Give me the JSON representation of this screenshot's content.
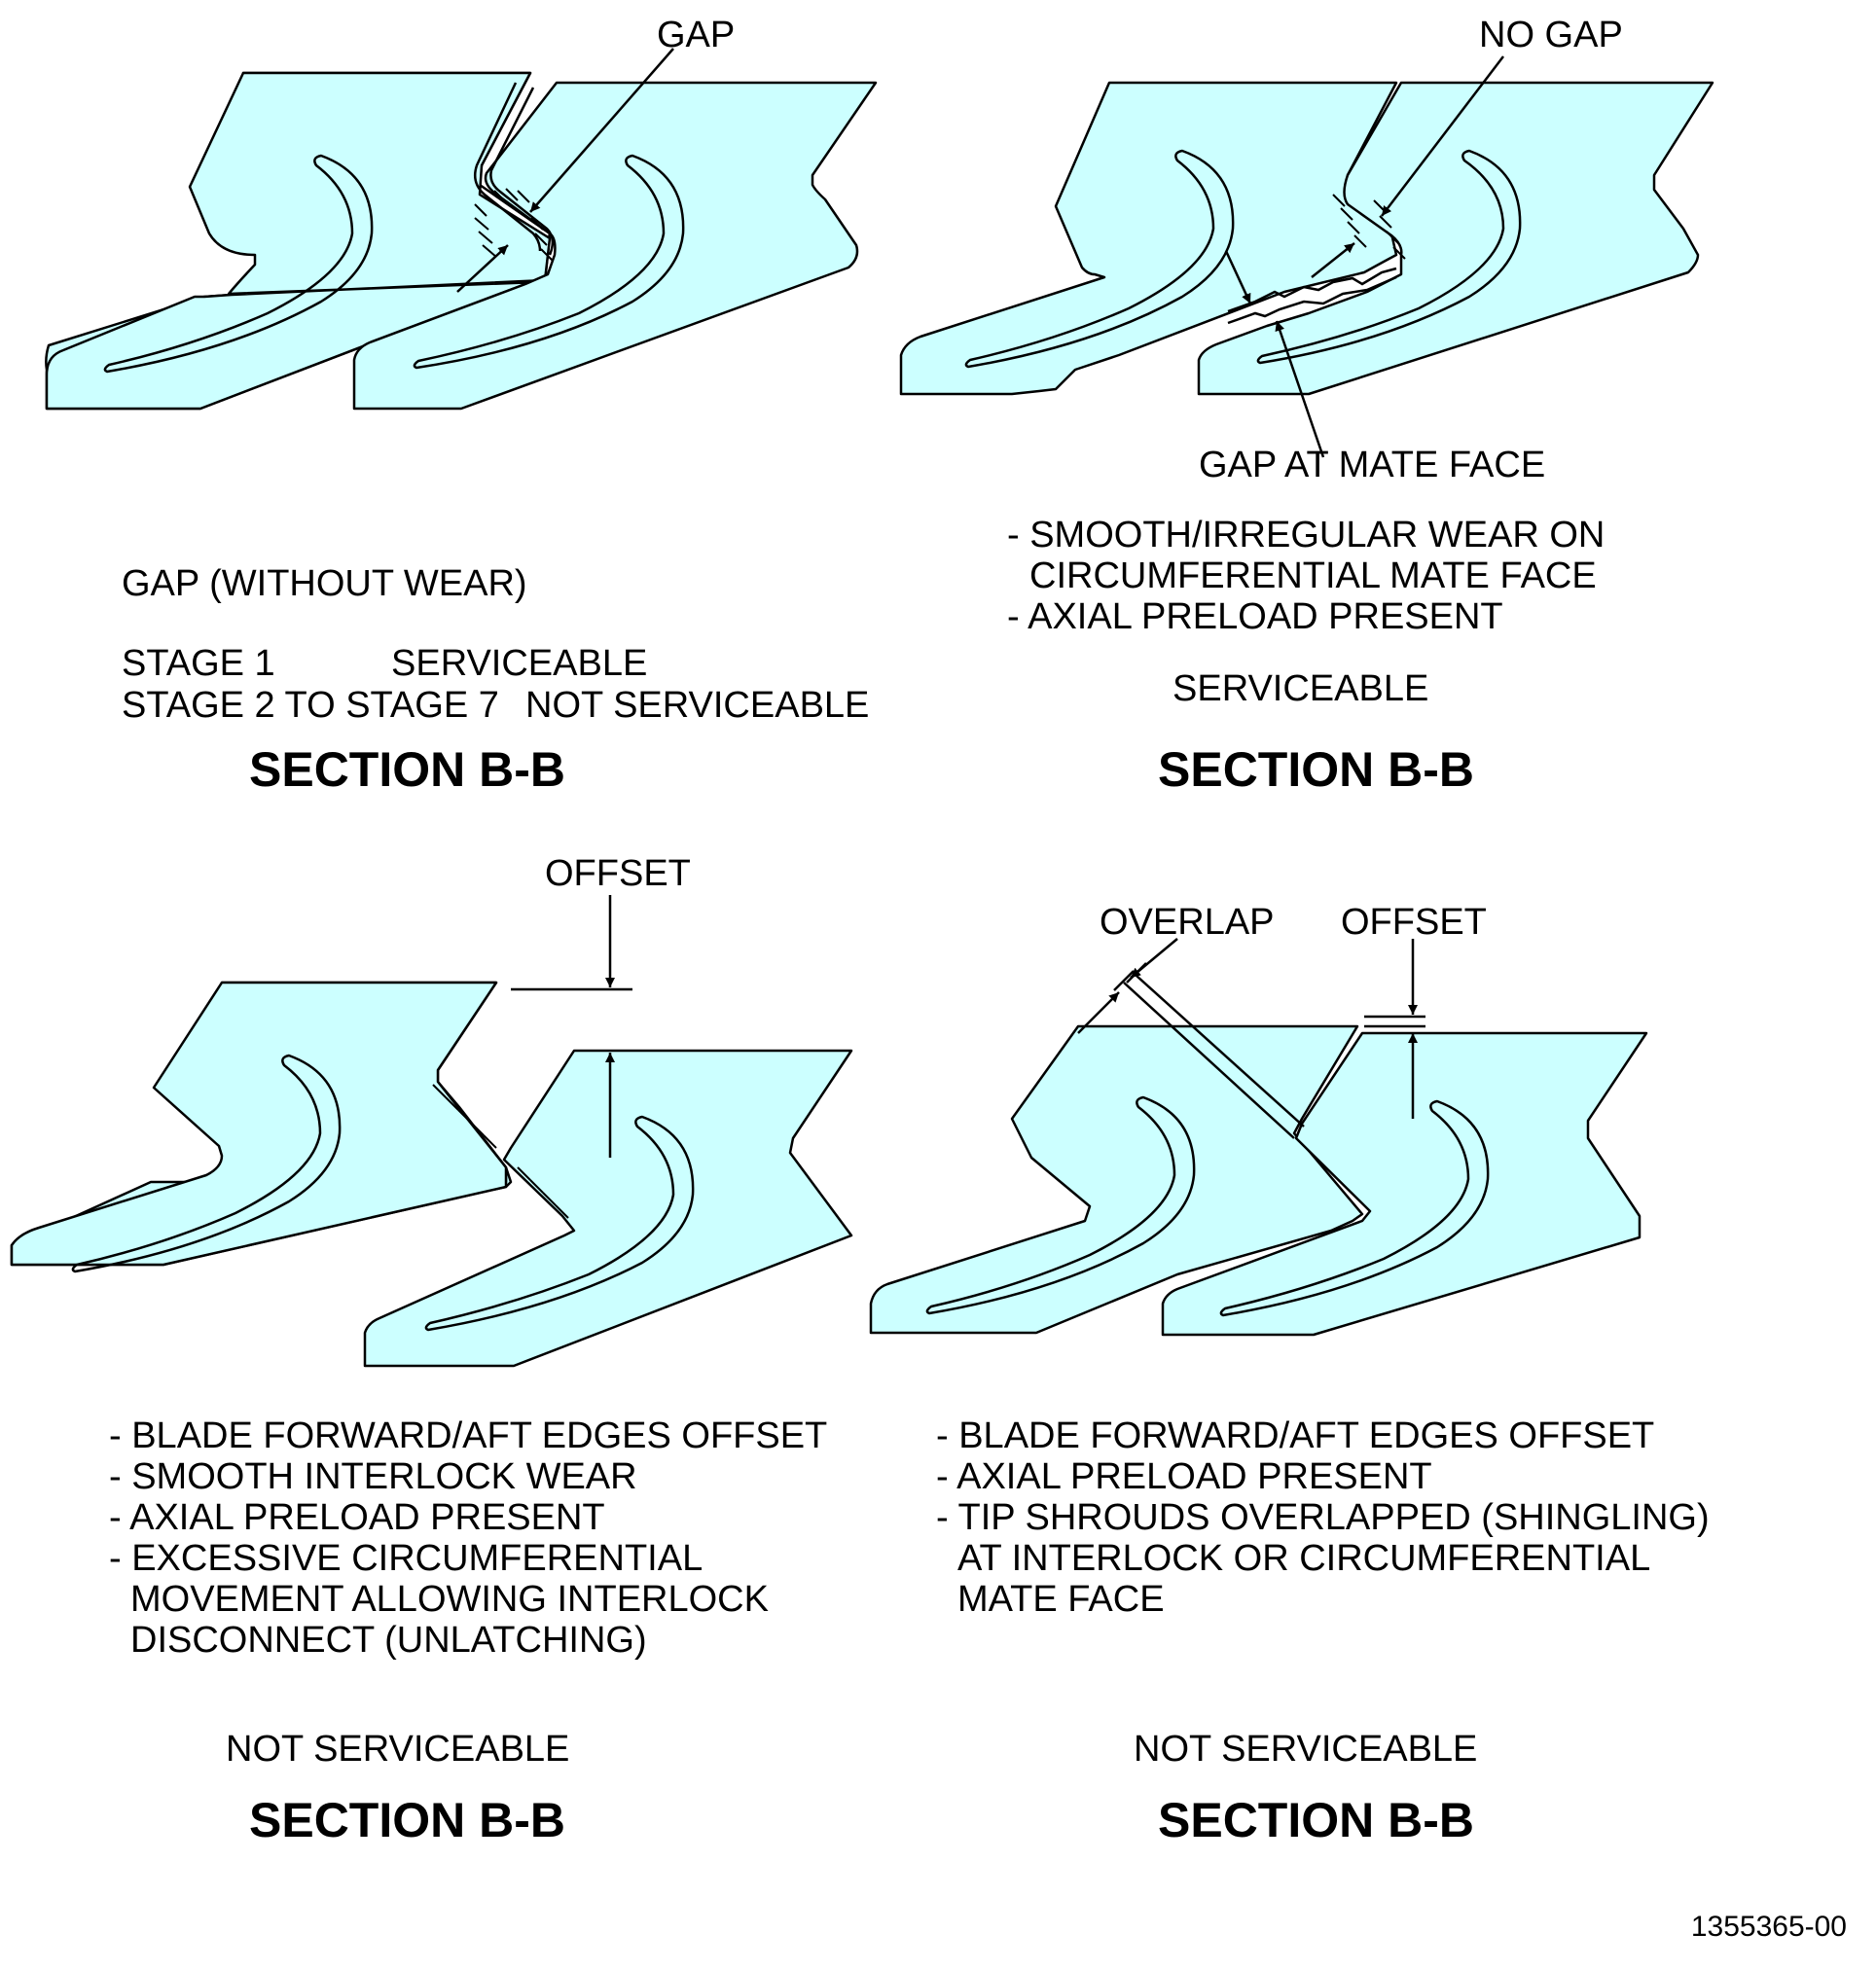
{
  "panels": {
    "top_left": {
      "callouts": {
        "gap": "GAP"
      },
      "notes": [
        "GAP (WITHOUT WEAR)"
      ],
      "stage_table": [
        {
          "stage": "STAGE 1",
          "status": "SERVICEABLE"
        },
        {
          "stage": "STAGE 2 TO STAGE 7",
          "status": "NOT SERVICEABLE"
        }
      ],
      "section": "SECTION B-B"
    },
    "top_right": {
      "callouts": {
        "no_gap": "NO GAP",
        "gap_at_mate_face": "GAP AT MATE FACE"
      },
      "notes": [
        "- SMOOTH/IRREGULAR WEAR ON",
        "CIRCUMFERENTIAL MATE FACE",
        "- AXIAL PRELOAD PRESENT"
      ],
      "status": "SERVICEABLE",
      "section": "SECTION B-B"
    },
    "bottom_left": {
      "callouts": {
        "offset": "OFFSET"
      },
      "notes": [
        "- BLADE FORWARD/AFT EDGES OFFSET",
        "- SMOOTH INTERLOCK WEAR",
        "- AXIAL PRELOAD PRESENT",
        "- EXCESSIVE CIRCUMFERENTIAL",
        "MOVEMENT ALLOWING INTERLOCK",
        "DISCONNECT (UNLATCHING)"
      ],
      "status": "NOT SERVICEABLE",
      "section": "SECTION B-B"
    },
    "bottom_right": {
      "callouts": {
        "overlap": "OVERLAP",
        "offset": "OFFSET"
      },
      "notes": [
        "- BLADE FORWARD/AFT EDGES OFFSET",
        "- AXIAL PRELOAD PRESENT",
        "- TIP SHROUDS OVERLAPPED (SHINGLING)",
        "AT INTERLOCK OR CIRCUMFERENTIAL",
        "MATE FACE"
      ],
      "status": "NOT SERVICEABLE",
      "section": "SECTION B-B"
    }
  },
  "figure_id": "1355365-00",
  "colors": {
    "shroud_fill": "#ccffff",
    "line": "#000000",
    "background": "#ffffff"
  }
}
